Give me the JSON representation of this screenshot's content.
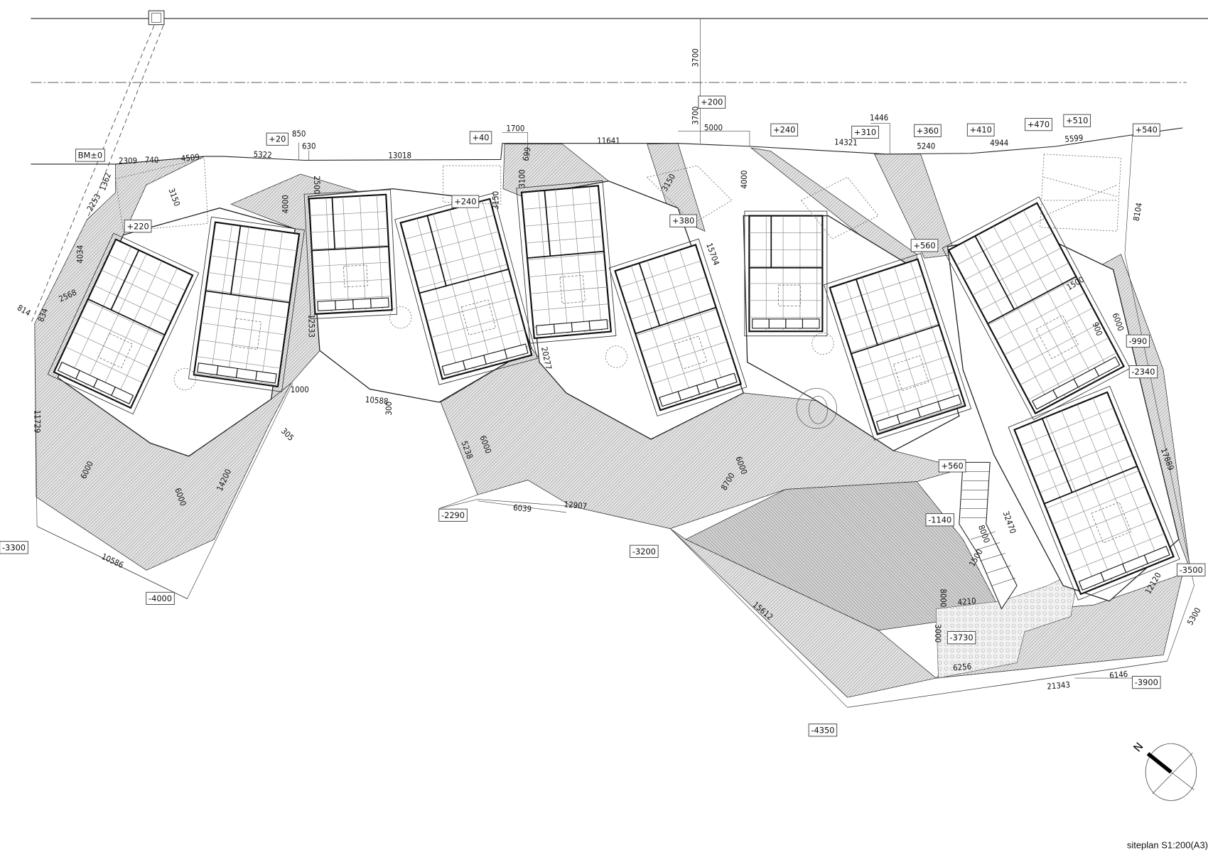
{
  "levels": [
    "BM±0",
    "+20",
    "+40",
    "+200",
    "+240",
    "+310",
    "+360",
    "+410",
    "+470",
    "+510",
    "+540",
    "+220",
    "+240",
    "+380",
    "+560",
    "-990",
    "-2340",
    "+560",
    "-1140",
    "-3500",
    "-3730",
    "-3900",
    "-4350",
    "-3300",
    "-4000",
    "-2290",
    "-3200"
  ],
  "dimensions": [
    "3700",
    "3700",
    "850",
    "630",
    "1700",
    "5000",
    "1446",
    "2309",
    "740",
    "4509",
    "5322",
    "13018",
    "11641",
    "14321",
    "5240",
    "4944",
    "5599",
    "699",
    "1362",
    "2253",
    "3150",
    "2500",
    "4000",
    "3100",
    "3150",
    "3150",
    "4000",
    "15704",
    "8104",
    "4034",
    "2568",
    "814",
    "834",
    "12533",
    "1000",
    "10588",
    "300",
    "305",
    "20277",
    "11729",
    "6000",
    "6000",
    "14200",
    "10586",
    "5238",
    "6000",
    "6039",
    "12907",
    "8700",
    "6000",
    "15612",
    "8000",
    "32470",
    "1500",
    "1500",
    "6000",
    "900",
    "17889",
    "8000",
    "4210",
    "3000",
    "12120",
    "5300",
    "6256",
    "21343",
    "6146"
  ],
  "north_label": "N",
  "caption": "siteplan S1:200(A3)",
  "colors": {
    "ink": "#111111",
    "hatch_fill": "#d9d9d9",
    "gravel": "#eeeeee"
  }
}
